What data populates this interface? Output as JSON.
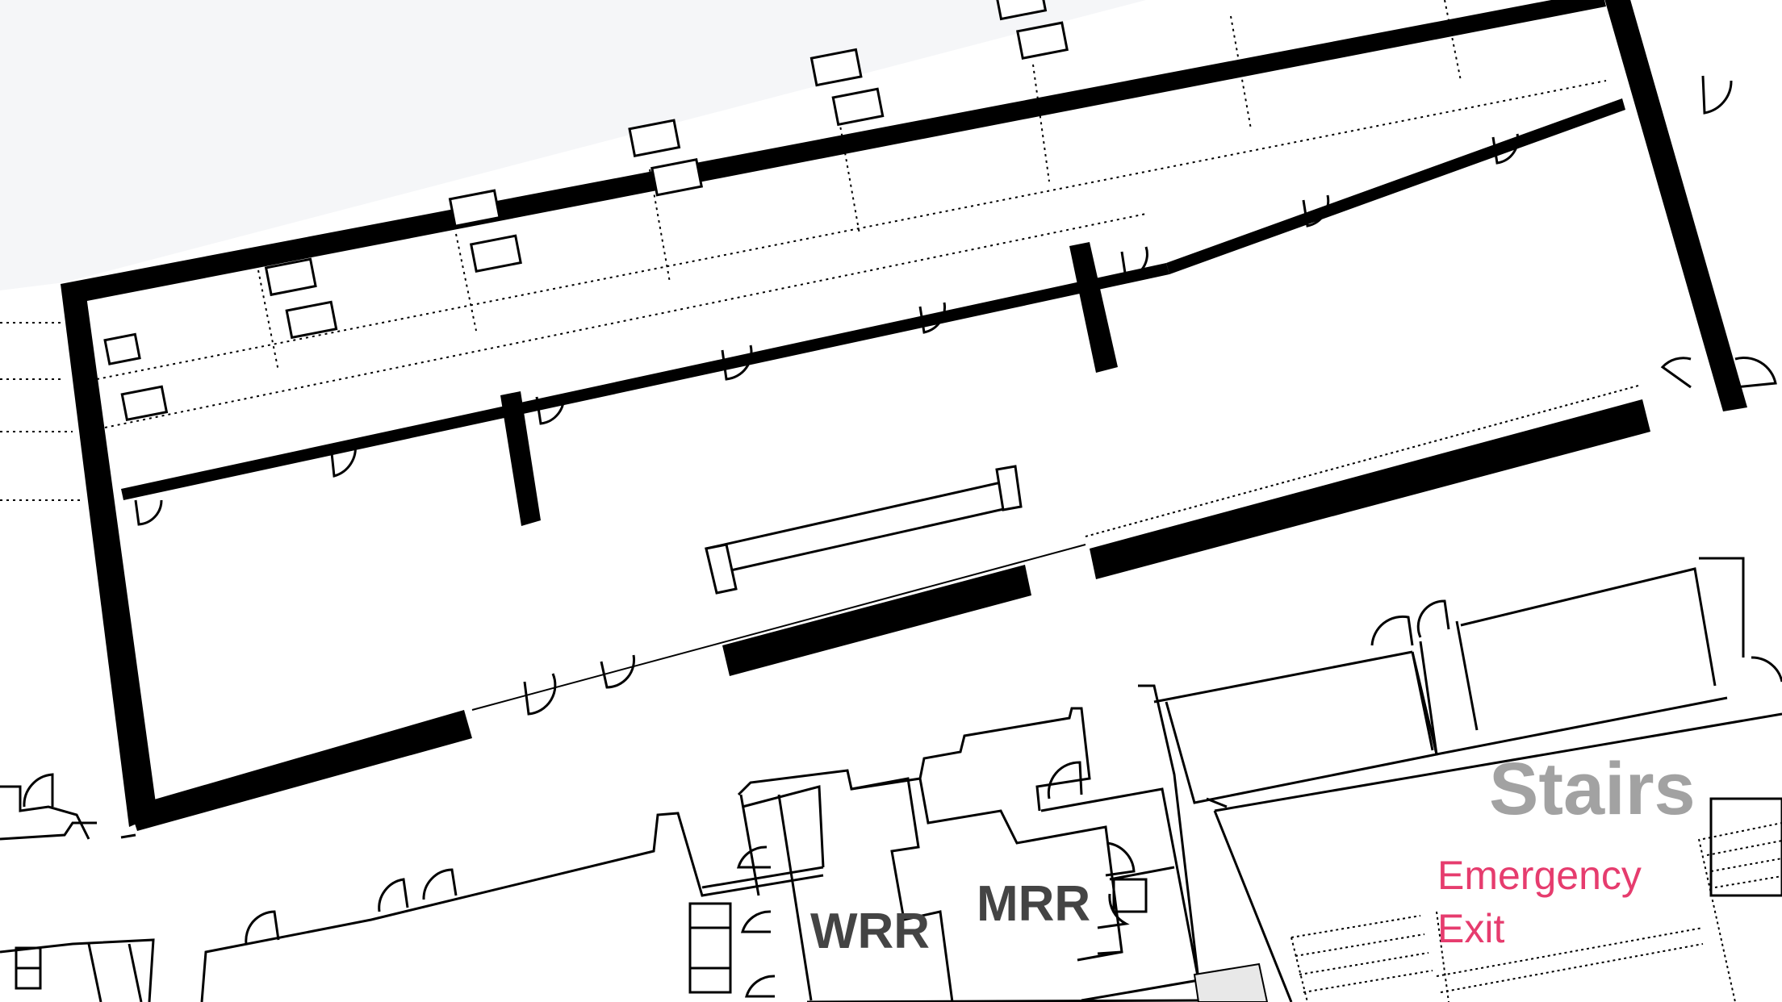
{
  "map": {
    "labels": {
      "stairs": "Stairs",
      "emergency_exit_line1": "Emergency",
      "emergency_exit_line2": "Exit",
      "wrr": "WRR",
      "mrr": "MRR"
    },
    "colors": {
      "background": "#ffffff",
      "outside_area": "#f5f6f8",
      "wall": "#000000",
      "stairs_label": "#a2a2a2",
      "emergency_label": "#e63c6e",
      "room_label": "#444444"
    }
  }
}
